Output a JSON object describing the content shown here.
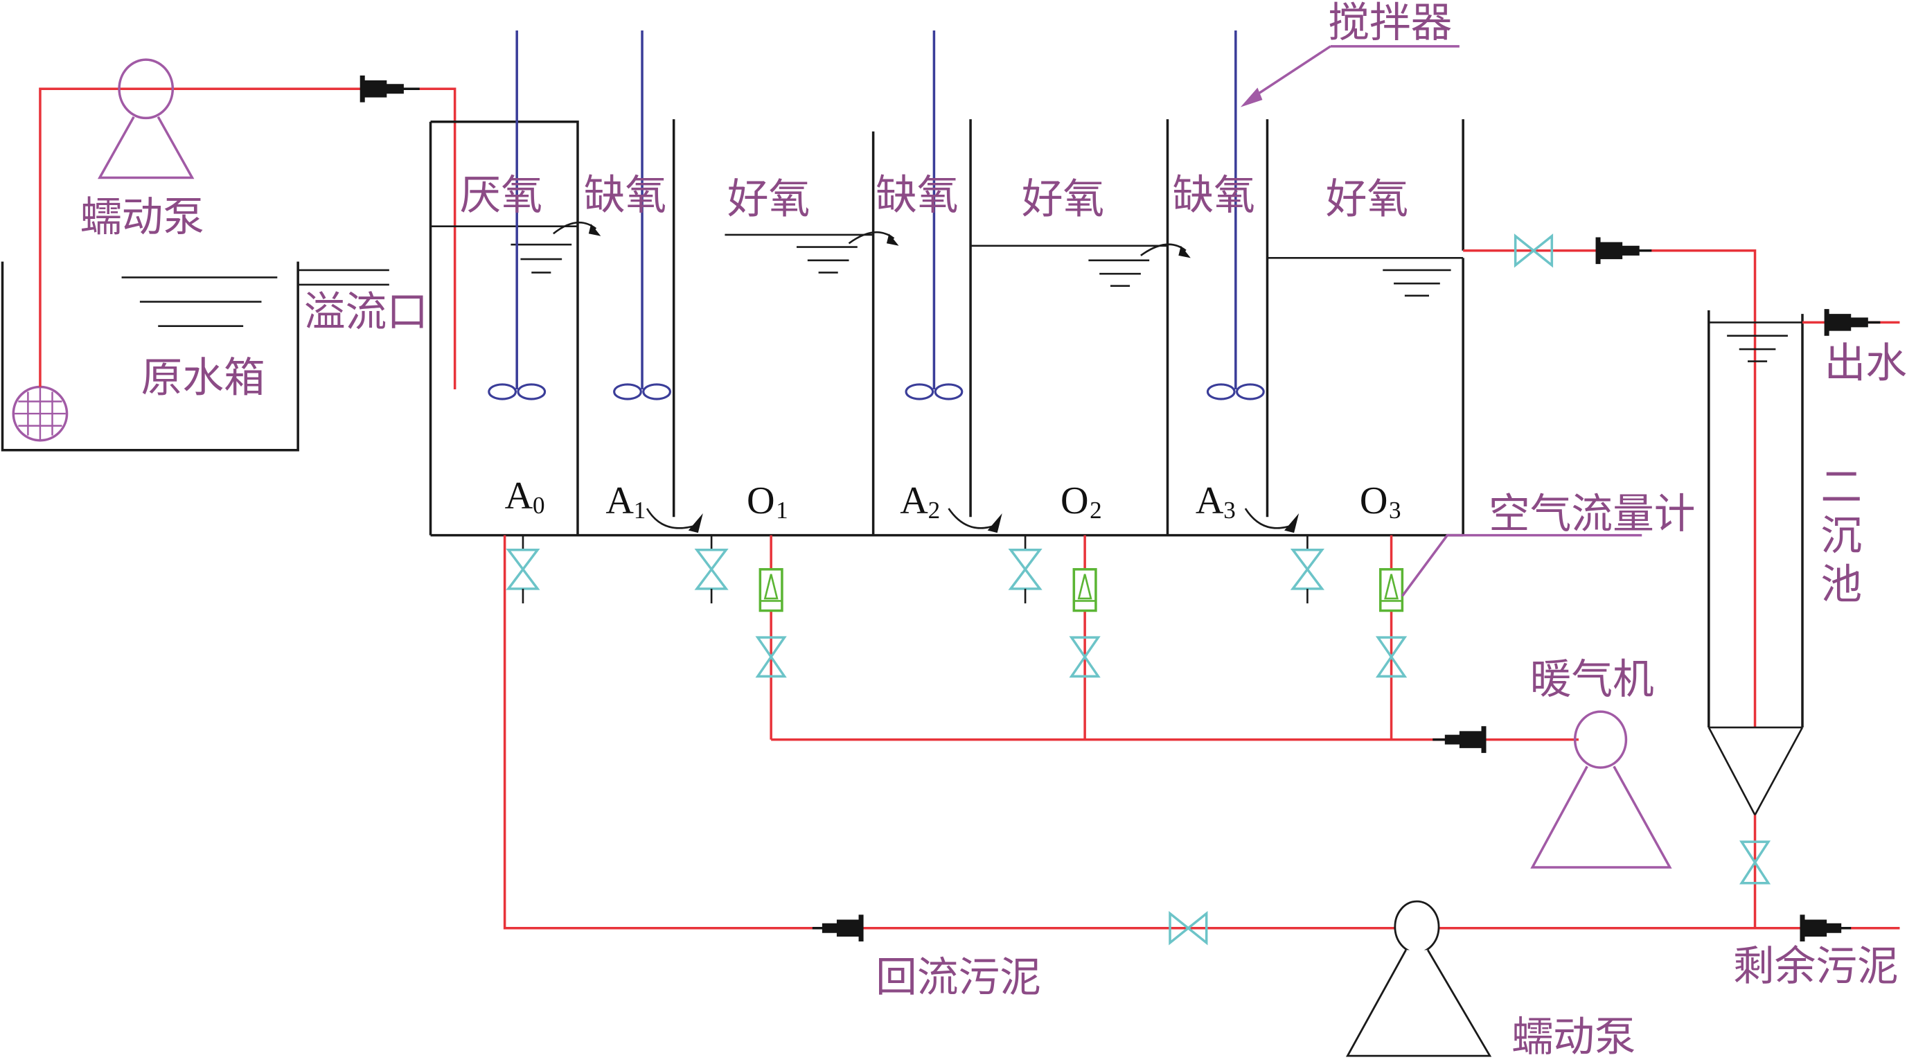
{
  "diagram": {
    "title": "",
    "labels": {
      "pump_top": "蠕动泵",
      "raw_tank": "原水箱",
      "overflow": "溢流口",
      "mixer": "搅拌器",
      "air_flowmeter": "空气流量计",
      "blower": "暖气机",
      "return_sludge": "回流污泥",
      "pump_bottom": "蠕动泵",
      "effluent": "出水",
      "excess_sludge": "剩余污泥",
      "clarifier": [
        "二",
        "沉",
        "池"
      ]
    },
    "zones": [
      {
        "name": "厌氧",
        "code": "A",
        "sub": "0"
      },
      {
        "name": "缺氧",
        "code": "A",
        "sub": "1"
      },
      {
        "name": "好氧",
        "code": "O",
        "sub": "1"
      },
      {
        "name": "缺氧",
        "code": "A",
        "sub": "2"
      },
      {
        "name": "好氧",
        "code": "O",
        "sub": "2"
      },
      {
        "name": "缺氧",
        "code": "A",
        "sub": "3"
      },
      {
        "name": "好氧",
        "code": "O",
        "sub": "3"
      }
    ],
    "colors": {
      "pipe": "#e8333a",
      "label": "#8c4b86",
      "mixer_shaft": "#3a3d99",
      "valve": "#6cc4c8",
      "flowmeter": "#5bb534",
      "pump": "#a15aa5"
    }
  }
}
